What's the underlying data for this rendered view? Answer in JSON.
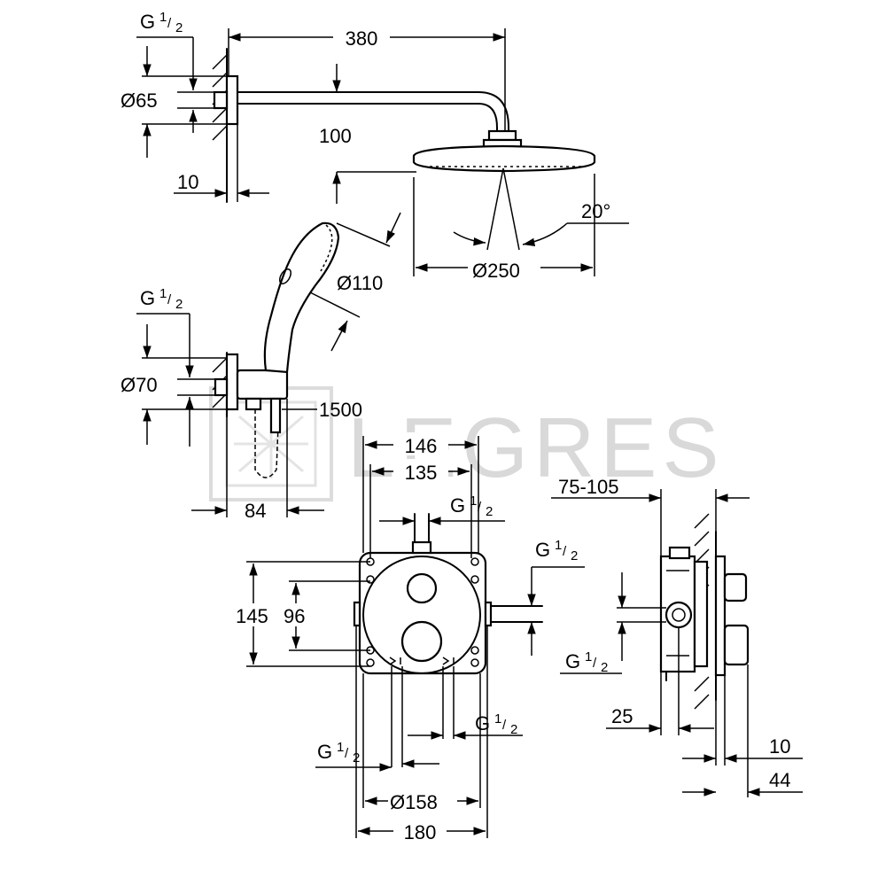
{
  "watermark": {
    "text": "LEGRES"
  },
  "shower_head": {
    "arm_length": "380",
    "wall_plate_diameter": "Ø65",
    "connection": "G",
    "wall_offset": "10",
    "height_drop": "100",
    "head_diameter": "Ø250",
    "tilt_angle": "20°"
  },
  "hand_shower": {
    "head_diameter": "Ø110",
    "connection": "G",
    "wall_plate_diameter": "Ø70",
    "hose_length": "1500",
    "projection": "84"
  },
  "thermostat": {
    "width_outer": "146",
    "width_inner": "135",
    "top_connection": "G",
    "right_connection": "G",
    "height_outer": "145",
    "height_inner": "96",
    "bottom_right_connection": "G",
    "bottom_left_connection": "G",
    "plate_diameter": "Ø158",
    "plate_width": "180"
  },
  "side_view": {
    "install_depth": "75-105",
    "connection": "G",
    "wall_depth": "25",
    "plate_thickness": "10",
    "handle_projection": "44"
  },
  "fraction": {
    "numerator": "1",
    "denominator": "2"
  }
}
